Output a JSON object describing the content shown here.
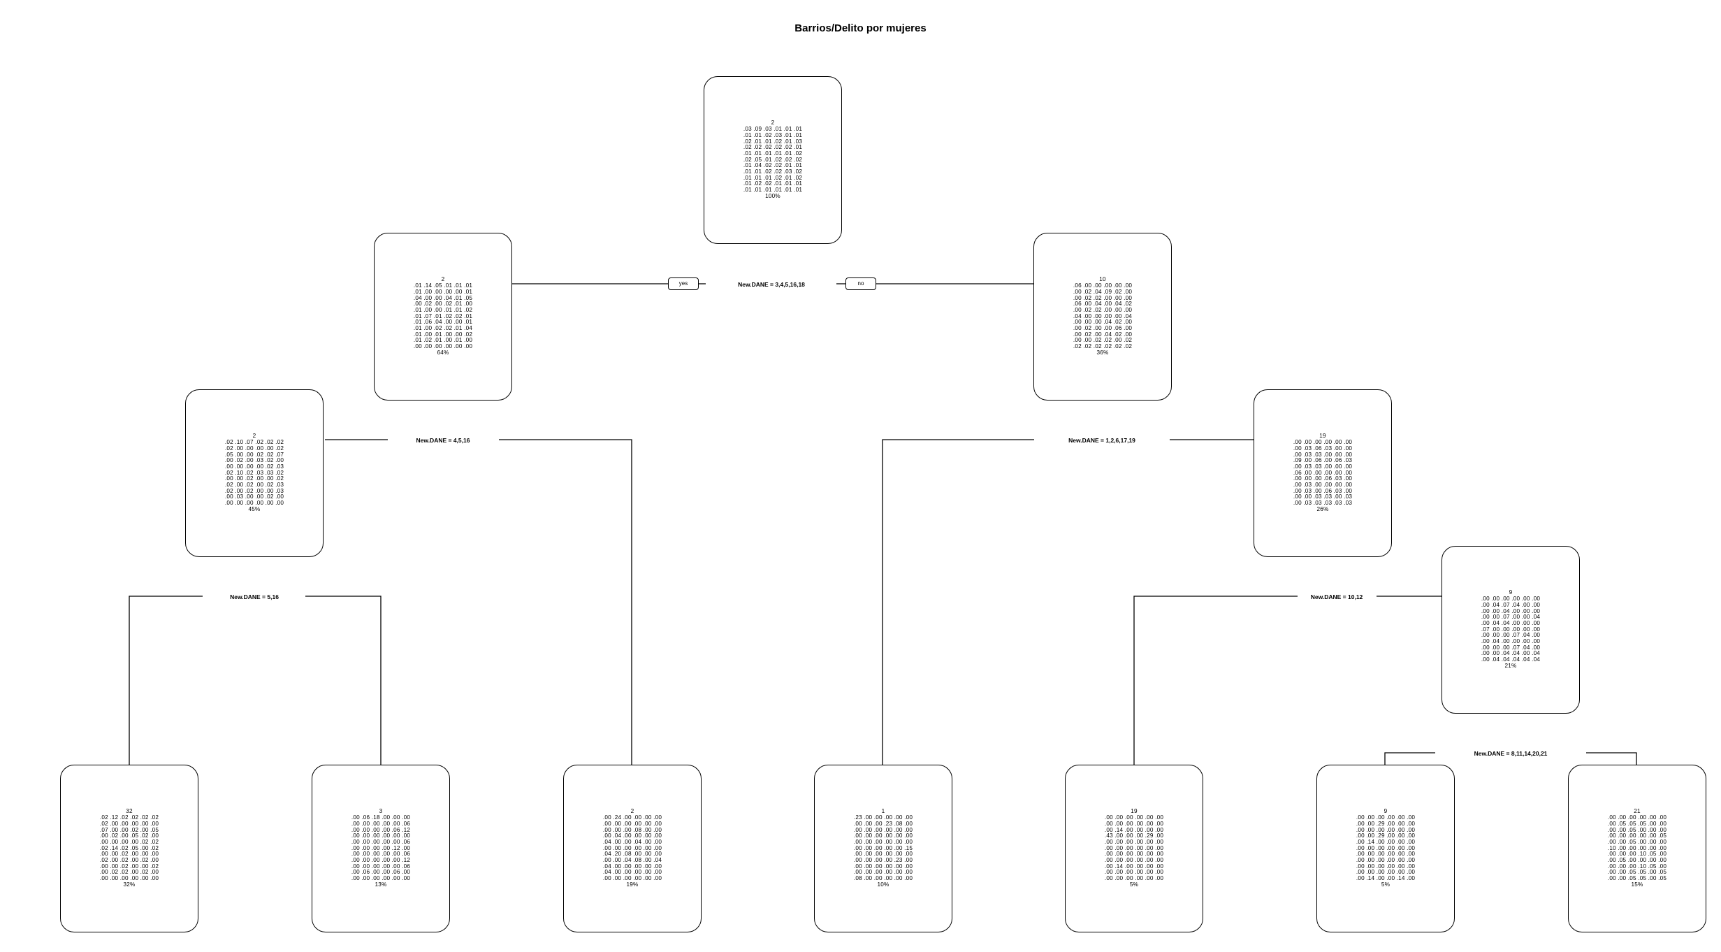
{
  "title": "Barrios/Delito por mujeres",
  "root_split": {
    "label": "New.DANE = 3,4,5,16,18",
    "yes": "yes",
    "no": "no"
  },
  "nodes": {
    "n1": {
      "class": "2",
      "percent": "100%",
      "rows": [
        ".03 .09 .03 .01 .01 .01",
        ".01 .01 .02 .03 .01 .01",
        ".02 .01 .01 .02 .01 .03",
        ".02 .02 .02 .02 .02 .01",
        ".01 .01 .01 .01 .01 .02",
        ".02 .05 .01 .02 .02 .02",
        ".01 .04 .02 .02 .01 .01",
        ".01 .01 .02 .02 .03 .02",
        ".01 .01 .01 .02 .01 .02",
        ".01 .02 .02 .01 .01 .01",
        ".01 .01 .01 .01 .01 .01"
      ]
    },
    "n2": {
      "class": "2",
      "percent": "64%",
      "split": "New.DANE = 4,5,16",
      "rows": [
        ".01 .14 .05 .01 .01 .01",
        ".01 .00 .00 .00 .00 .01",
        ".04 .00 .00 .04 .01 .05",
        ".00 .02 .00 .02 .01 .00",
        ".01 .00 .00 .01 .01 .02",
        ".01 .07 .01 .02 .02 .01",
        ".01 .06 .04 .00 .00 .01",
        ".01 .00 .02 .02 .01 .04",
        ".01 .00 .01 .00 .00 .02",
        ".01 .02 .01 .00 .01 .00",
        ".00 .00 .00 .00 .00 .00"
      ]
    },
    "n3": {
      "class": "10",
      "percent": "36%",
      "split": "New.DANE = 1,2,6,17,19",
      "rows": [
        ".06 .00 .00 .00 .00 .00",
        ".00 .02 .04 .09 .02 .00",
        ".00 .02 .02 .00 .00 .00",
        ".06 .00 .04 .00 .04 .02",
        ".00 .02 .02 .00 .00 .00",
        ".04 .00 .00 .00 .00 .04",
        ".00 .00 .00 .04 .02 .00",
        ".00 .02 .00 .00 .06 .00",
        ".00 .02 .00 .04 .02 .00",
        ".00 .00 .02 .02 .00 .02",
        ".02 .02 .02 .02 .02 .02"
      ]
    },
    "n4": {
      "class": "2",
      "percent": "45%",
      "split": "New.DANE = 5,16",
      "rows": [
        ".02 .10 .07 .02 .02 .02",
        ".02 .00 .00 .00 .00 .02",
        ".05 .00 .00 .02 .02 .07",
        ".00 .02 .00 .03 .02 .00",
        ".00 .00 .00 .00 .02 .03",
        ".02 .10 .02 .03 .03 .02",
        ".00 .00 .02 .00 .00 .02",
        ".02 .00 .02 .00 .02 .03",
        ".02 .00 .02 .00 .00 .03",
        ".00 .03 .00 .00 .02 .00",
        ".00 .00 .00 .00 .00 .00"
      ]
    },
    "n5": {
      "class": "19",
      "percent": "26%",
      "split": "New.DANE = 10,12",
      "rows": [
        ".00 .00 .00 .00 .00 .00",
        ".00 .03 .06 .03 .00 .00",
        ".00 .03 .03 .00 .00 .00",
        ".09 .00 .06 .00 .06 .03",
        ".00 .03 .03 .00 .00 .00",
        ".06 .00 .00 .00 .00 .00",
        ".00 .00 .00 .06 .03 .00",
        ".00 .03 .00 .00 .00 .00",
        ".00 .03 .00 .06 .03 .00",
        ".00 .00 .03 .03 .00 .03",
        ".00 .03 .03 .03 .03 .03"
      ]
    },
    "n6": {
      "class": "9",
      "percent": "21%",
      "split": "New.DANE = 8,11,14,20,21",
      "rows": [
        ".00 .00 .00 .00 .00 .00",
        ".00 .04 .07 .04 .00 .00",
        ".00 .00 .04 .00 .00 .00",
        ".00 .00 .07 .00 .00 .04",
        ".00 .04 .04 .00 .00 .00",
        ".07 .00 .00 .00 .00 .00",
        ".00 .00 .00 .07 .04 .00",
        ".00 .04 .00 .00 .00 .00",
        ".00 .00 .00 .07 .04 .00",
        ".00 .00 .04 .04 .00 .04",
        ".00 .04 .04 .04 .04 .04"
      ]
    },
    "l1": {
      "class": "32",
      "percent": "32%",
      "rows": [
        ".02 .12 .02 .02 .02 .02",
        ".02 .00 .00 .00 .00 .00",
        ".07 .00 .00 .02 .00 .05",
        ".00 .02 .00 .05 .02 .00",
        ".00 .00 .00 .00 .02 .02",
        ".02 .14 .02 .05 .00 .02",
        ".00 .00 .02 .00 .00 .00",
        ".02 .00 .02 .00 .02 .00",
        ".00 .00 .02 .00 .00 .02",
        ".00 .02 .02 .00 .02 .00",
        ".00 .00 .00 .00 .00 .00"
      ]
    },
    "l2": {
      "class": "3",
      "percent": "13%",
      "rows": [
        ".00 .06 .18 .00 .00 .00",
        ".00 .00 .00 .00 .00 .06",
        ".00 .00 .00 .00 .06 .12",
        ".00 .00 .00 .00 .00 .00",
        ".00 .00 .00 .00 .00 .06",
        ".00 .00 .00 .00 .12 .00",
        ".00 .00 .00 .00 .00 .06",
        ".00 .00 .00 .00 .00 .12",
        ".00 .00 .00 .00 .00 .06",
        ".00 .06 .00 .00 .06 .00",
        ".00 .00 .00 .00 .00 .00"
      ]
    },
    "l3": {
      "class": "2",
      "percent": "19%",
      "rows": [
        ".00 .24 .00 .00 .00 .00",
        ".00 .00 .00 .00 .00 .00",
        ".00 .00 .00 .08 .00 .00",
        ".00 .04 .00 .00 .00 .00",
        ".04 .00 .00 .04 .00 .00",
        ".00 .00 .00 .00 .00 .00",
        ".04 .20 .08 .00 .00 .00",
        ".00 .00 .04 .08 .00 .04",
        ".04 .00 .00 .00 .00 .00",
        ".04 .00 .00 .00 .00 .00",
        ".00 .00 .00 .00 .00 .00"
      ]
    },
    "l4": {
      "class": "1",
      "percent": "10%",
      "rows": [
        ".23 .00 .00 .00 .00 .00",
        ".00 .00 .00 .23 .08 .00",
        ".00 .00 .00 .00 .00 .00",
        ".00 .00 .00 .00 .00 .00",
        ".00 .00 .00 .00 .00 .00",
        ".00 .00 .00 .00 .00 .15",
        ".00 .00 .00 .00 .00 .00",
        ".00 .00 .00 .00 .23 .00",
        ".00 .00 .00 .00 .00 .00",
        ".00 .00 .00 .00 .00 .00",
        ".08 .00 .00 .00 .00 .00"
      ]
    },
    "l5": {
      "class": "19",
      "percent": "5%",
      "rows": [
        ".00 .00 .00 .00 .00 .00",
        ".00 .00 .00 .00 .00 .00",
        ".00 .14 .00 .00 .00 .00",
        ".43 .00 .00 .00 .29 .00",
        ".00 .00 .00 .00 .00 .00",
        ".00 .00 .00 .00 .00 .00",
        ".00 .00 .00 .00 .00 .00",
        ".00 .00 .00 .00 .00 .00",
        ".00 .14 .00 .00 .00 .00",
        ".00 .00 .00 .00 .00 .00",
        ".00 .00 .00 .00 .00 .00"
      ]
    },
    "l6": {
      "class": "9",
      "percent": "5%",
      "rows": [
        ".00 .00 .00 .00 .00 .00",
        ".00 .00 .29 .00 .00 .00",
        ".00 .00 .00 .00 .00 .00",
        ".00 .00 .29 .00 .00 .00",
        ".00 .14 .00 .00 .00 .00",
        ".00 .00 .00 .00 .00 .00",
        ".00 .00 .00 .00 .00 .00",
        ".00 .00 .00 .00 .00 .00",
        ".00 .00 .00 .00 .00 .00",
        ".00 .00 .00 .00 .00 .00",
        ".00 .14 .00 .00 .14 .00"
      ]
    },
    "l7": {
      "class": "21",
      "percent": "15%",
      "rows": [
        ".00 .00 .00 .00 .00 .00",
        ".00 .05 .05 .05 .00 .00",
        ".00 .00 .05 .00 .00 .00",
        ".00 .00 .00 .00 .00 .05",
        ".00 .00 .05 .00 .00 .00",
        ".10 .00 .00 .00 .00 .00",
        ".00 .00 .00 .10 .05 .00",
        ".00 .05 .00 .00 .00 .00",
        ".00 .00 .00 .10 .05 .00",
        ".00 .00 .05 .05 .00 .05",
        ".00 .00 .05 .05 .00 .05"
      ]
    }
  }
}
